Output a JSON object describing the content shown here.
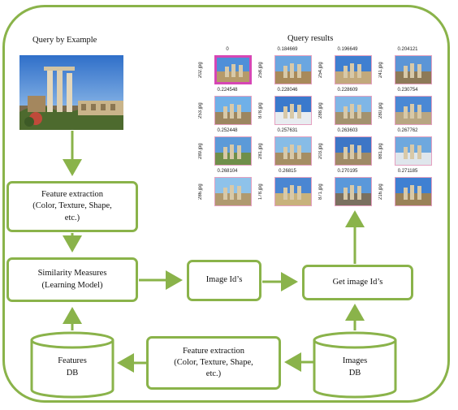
{
  "query_by_example_label": "Query by Example",
  "query_results_label": "Query results",
  "boxes": {
    "feature_extraction_top": [
      "Feature extraction",
      "(Color, Texture, Shape,",
      "etc.)"
    ],
    "similarity_measures": [
      "Similarity Measures",
      "(Learning Model)"
    ],
    "image_ids": "Image Id’s",
    "get_image_ids": "Get image Id’s",
    "feature_extraction_bottom": [
      "Feature extraction",
      "(Color, Texture, Shape,",
      "etc.)"
    ]
  },
  "databases": {
    "features_db": [
      "Features",
      "DB"
    ],
    "images_db": [
      "Images",
      "DB"
    ]
  },
  "results": [
    {
      "score": "0",
      "file": "202.jpg",
      "selected": true
    },
    {
      "score": "0.184669",
      "file": "258.jpg"
    },
    {
      "score": "0.196649",
      "file": "254.jpg"
    },
    {
      "score": "0.204121",
      "file": "241.jpg"
    },
    {
      "score": "0.224548",
      "file": "253.jpg"
    },
    {
      "score": "0.228046",
      "file": "878.jpg"
    },
    {
      "score": "0.228609",
      "file": "288.jpg"
    },
    {
      "score": "0.230754",
      "file": "280.jpg"
    },
    {
      "score": "0.252448",
      "file": "289.jpg"
    },
    {
      "score": "0.257631",
      "file": "281.jpg"
    },
    {
      "score": "0.263603",
      "file": "203.jpg"
    },
    {
      "score": "0.267762",
      "file": "881.jpg"
    },
    {
      "score": "0.268104",
      "file": "286.jpg"
    },
    {
      "score": "0.26815",
      "file": "178.jpg"
    },
    {
      "score": "0.270195",
      "file": "871.jpg"
    },
    {
      "score": "0.271185",
      "file": "216.jpg"
    }
  ],
  "colors": {
    "accent": "#8ab34a",
    "selection": "#d646b5"
  }
}
